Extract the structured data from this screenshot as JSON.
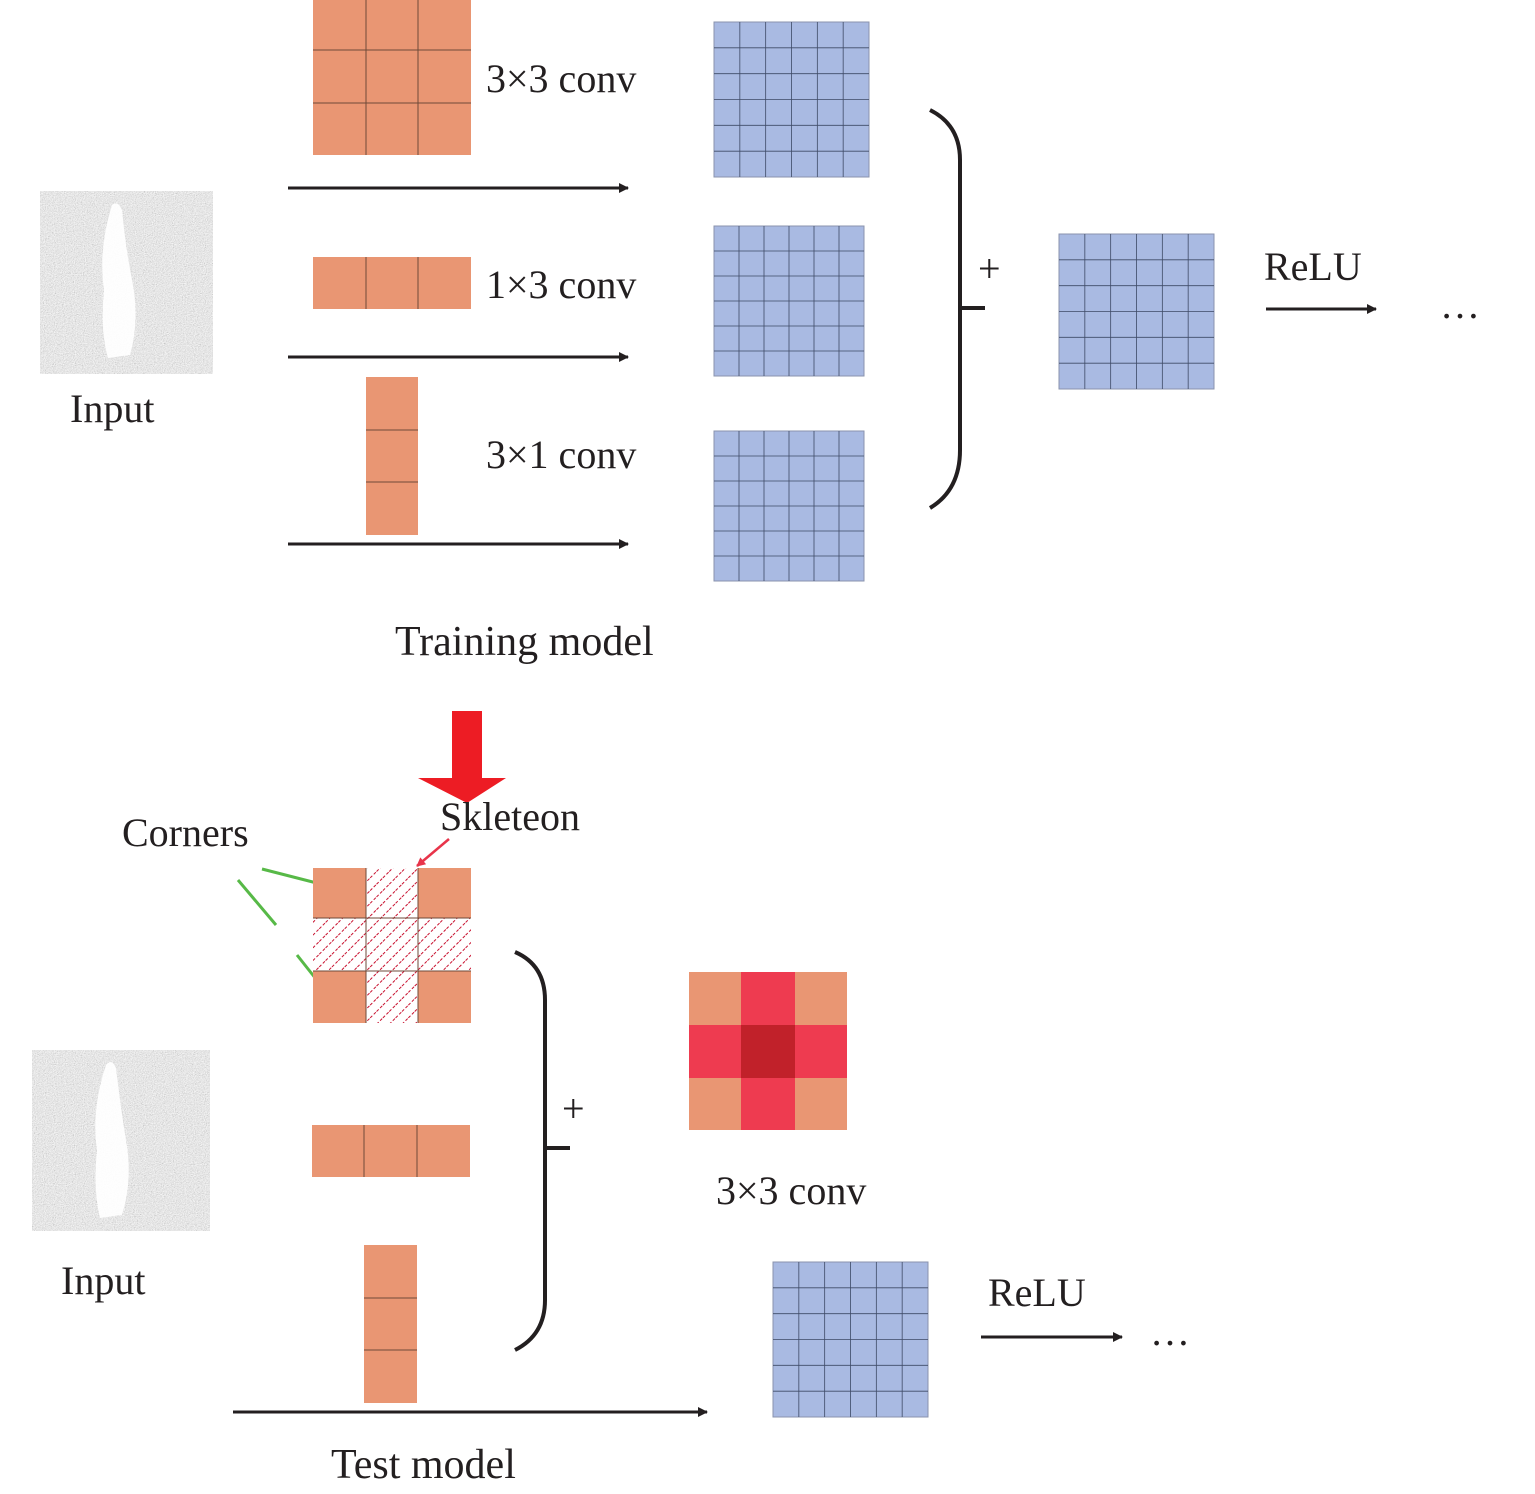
{
  "training": {
    "conv3x3_label": "3×3 conv",
    "conv1x3_label": "1×3 conv",
    "conv3x1_label": "3×1 conv",
    "plus": "+",
    "relu": "ReLU",
    "ellipsis": "…",
    "input_label": "Input",
    "caption": "Training  model"
  },
  "test": {
    "corners_label": "Corners",
    "skeleton_label": "Skleteon",
    "plus": "+",
    "fused_label": "3×3 conv",
    "relu": "ReLU",
    "ellipsis": "…",
    "input_label": "Input",
    "caption": "Test model"
  },
  "colors": {
    "kernel": "#e99673",
    "feature_map": "#a9bae2",
    "skeleton_stripe": "#c8102e",
    "fused_edge": "#ee3b50",
    "fused_center": "#c1212a",
    "transition_arrow": "#ed1c24",
    "corner_pointer": "#57b947",
    "skeleton_pointer": "#e8344a",
    "line": "#231f20"
  }
}
